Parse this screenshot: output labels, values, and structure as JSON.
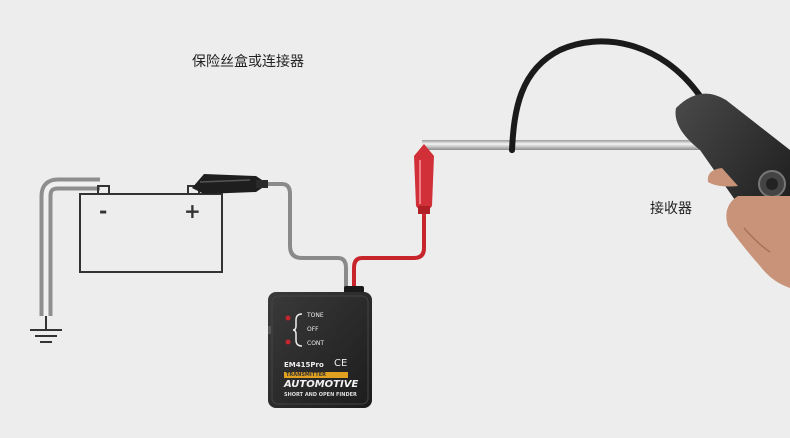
{
  "labels": {
    "fuse_box": "保险丝盒或连接器",
    "receiver": "接收器"
  },
  "battery": {
    "minus": "-",
    "plus": "+"
  },
  "transmitter": {
    "tone": "TONE",
    "off": "OFF",
    "cont": "CONT",
    "model": "EM415Pro",
    "ce": "CE",
    "badge": "TRANSMITTER",
    "brand": "AUTOMOTIVE",
    "tagline": "SHORT AND OPEN FINDER"
  },
  "icons": {
    "ground": "ground-symbol-icon",
    "black_clip": "alligator-clip-black-icon",
    "red_clip": "alligator-clip-red-icon"
  },
  "colors": {
    "background": "#ededed",
    "device_body": "#2b2b2b",
    "red_wire": "#c8242b",
    "gray_wire": "#8a8a8a",
    "badge": "#e0a020"
  }
}
